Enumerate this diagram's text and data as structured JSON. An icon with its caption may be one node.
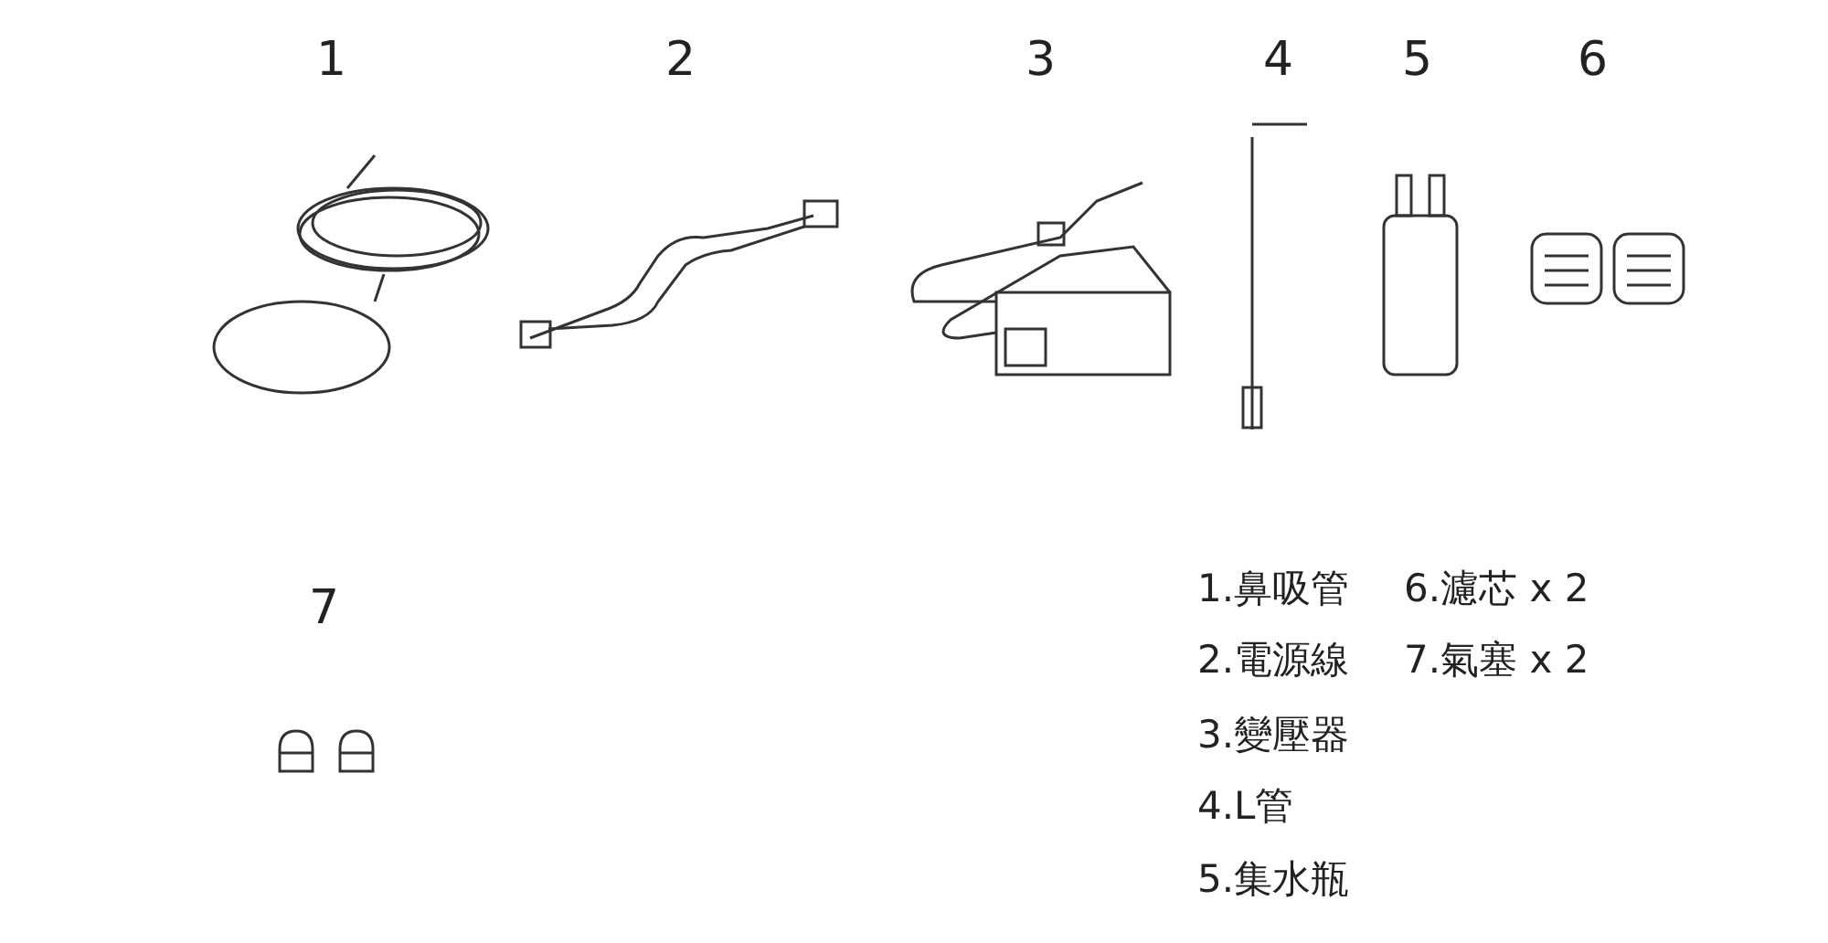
{
  "diagram": {
    "labels": [
      "1",
      "2",
      "3",
      "4",
      "5",
      "6",
      "7",
      "1.鼻吸管",
      "6.濾芯 x 2",
      "2.電源線",
      "7.氣塞 x 2",
      "3.變壓器",
      "4.L管",
      "5.集水瓶"
    ]
  }
}
